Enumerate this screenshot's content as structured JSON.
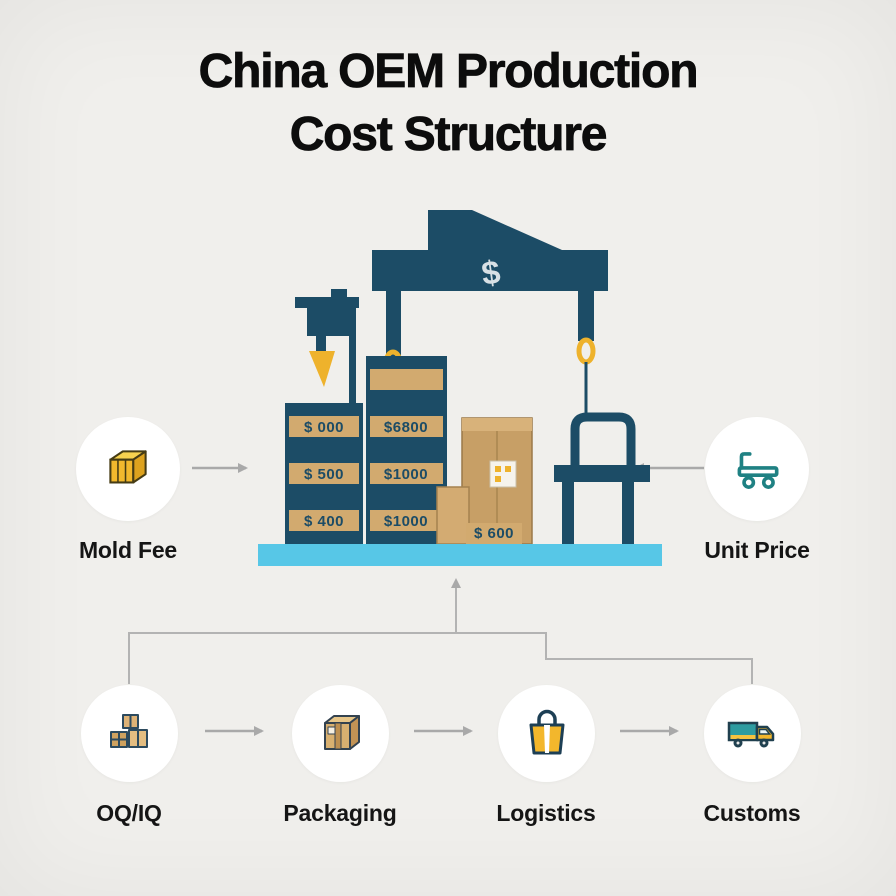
{
  "title": {
    "line1": "China OEM Production",
    "line2": "Cost Structure"
  },
  "colors": {
    "background": "#f0efec",
    "navy": "#1c4c66",
    "tan": "#d2aa6f",
    "platform_blue": "#57c7e7",
    "yellow": "#eeb22c",
    "teal": "#1f8183",
    "arrow_gray": "#a9a9a9"
  },
  "illustration": {
    "crane_emblem": "$",
    "crate_labels": {
      "left_stack": [
        "$ 000",
        "$ 500",
        "$ 400"
      ],
      "middle_stack": [
        "$6800",
        "$1000",
        "$1000"
      ],
      "box_band": "$ 600"
    }
  },
  "side_nodes": {
    "left": {
      "label": "Mold Fee"
    },
    "right": {
      "label": "Unit Price"
    }
  },
  "bottom_nodes": [
    {
      "label": "OQ/IQ"
    },
    {
      "label": "Packaging"
    },
    {
      "label": "Logistics"
    },
    {
      "label": "Customs"
    }
  ]
}
